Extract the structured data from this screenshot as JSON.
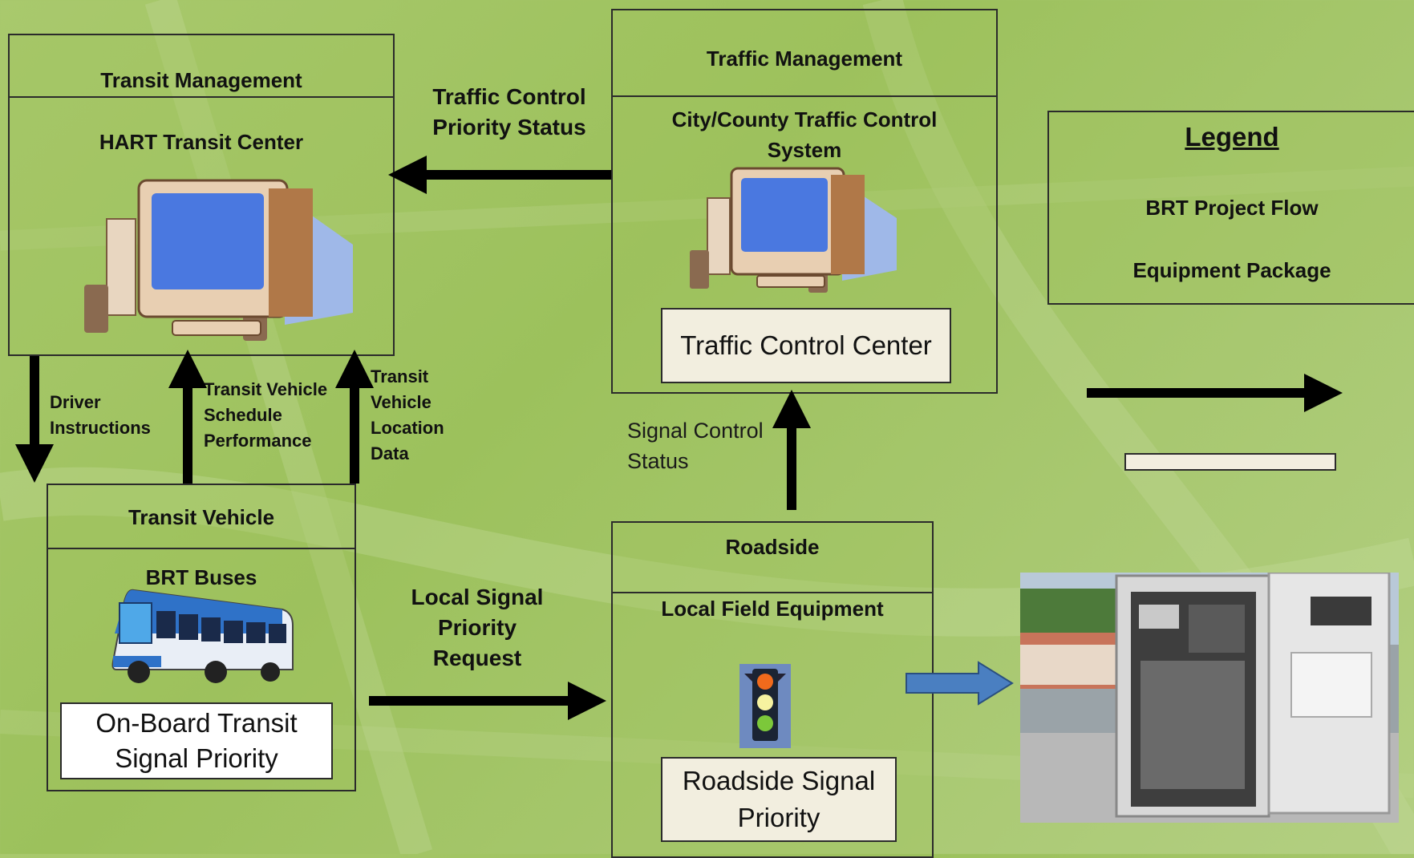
{
  "transit_management": {
    "header": "Transit Management",
    "title": "HART Transit Center"
  },
  "traffic_management": {
    "header": "Traffic Management",
    "title_line1": "City/County Traffic Control",
    "title_line2": "System",
    "package": "Traffic Control Center"
  },
  "transit_vehicle": {
    "header": "Transit Vehicle",
    "title": "BRT Buses",
    "package_line1": "On-Board Transit",
    "package_line2": "Signal Priority"
  },
  "roadside": {
    "header": "Roadside",
    "title": "Local Field Equipment",
    "package_line1": "Roadside Signal",
    "package_line2": "Priority"
  },
  "legend": {
    "title": "Legend",
    "flow": "BRT Project Flow",
    "package": "Equipment Package"
  },
  "flows": {
    "traffic_control_priority_status": [
      "Traffic Control",
      "Priority Status"
    ],
    "driver_instructions": [
      "Driver",
      "Instructions"
    ],
    "schedule_performance": [
      "Transit Vehicle",
      "Schedule",
      "Performance"
    ],
    "location_data": [
      "Transit",
      "Vehicle",
      "Location",
      "Data"
    ],
    "signal_control_status": [
      "Signal Control",
      "Status"
    ],
    "local_signal_priority_request": [
      "Local Signal",
      "Priority",
      "Request"
    ]
  },
  "colors": {
    "arrow": "#000000",
    "package_fill": "#f2eedf",
    "photo_arrow": "#4a7fc1"
  }
}
